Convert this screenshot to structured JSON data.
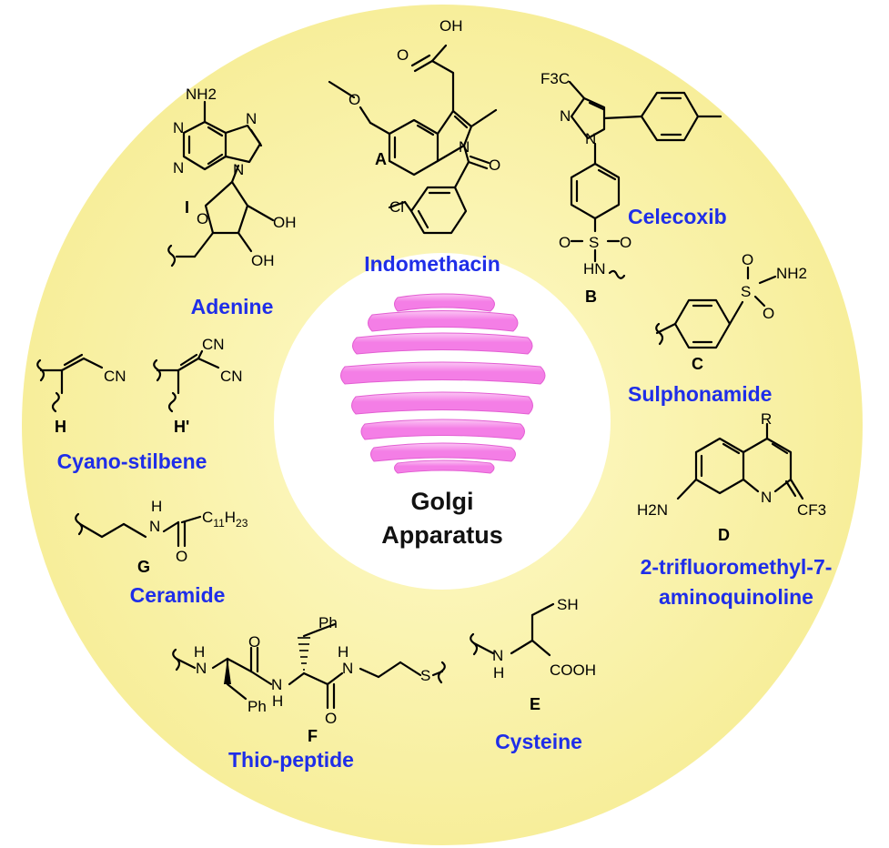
{
  "center": {
    "title_line1": "Golgi",
    "title_line2": "Apparatus"
  },
  "colors": {
    "ring": "#fbf5b7",
    "center_disc": "#ffffff",
    "cisternae": "#f47ee6",
    "cisternae_highlight": "#fbc6f4",
    "label": "#1f2ee8",
    "text": "#000000"
  },
  "moieties": {
    "indomethacin": {
      "letter": "A",
      "name": "Indomethacin",
      "atoms": {
        "oh": "OH",
        "o": "O",
        "n": "N",
        "cl": "Cl"
      }
    },
    "celecoxib": {
      "letter": "B",
      "name": "Celecoxib",
      "atoms": {
        "cf3": "F3C",
        "n1": "N",
        "n2": "N",
        "s": "S",
        "o1": "O",
        "o2": "O",
        "nh": "HN"
      }
    },
    "sulphonamide": {
      "letter": "C",
      "name": "Sulphonamide",
      "atoms": {
        "s": "S",
        "o1": "O",
        "o2": "O",
        "nh2": "NH2"
      }
    },
    "aminoquinoline": {
      "letter": "D",
      "name_line1": "2-trifluoromethyl-7-",
      "name_line2": "aminoquinoline",
      "atoms": {
        "r": "R",
        "h2n": "H2N",
        "n": "N",
        "cf3": "CF3"
      }
    },
    "cysteine": {
      "letter": "E",
      "name": "Cysteine",
      "atoms": {
        "sh": "SH",
        "n": "N",
        "h": "H",
        "cooh": "COOH"
      }
    },
    "thiopeptide": {
      "letter": "F",
      "name": "Thio-peptide",
      "atoms": {
        "ph1": "Ph",
        "ph2": "Ph",
        "s": "S",
        "h": "H",
        "n": "N",
        "o": "O"
      }
    },
    "ceramide": {
      "letter": "G",
      "name": "Ceramide",
      "atoms": {
        "h": "H",
        "n": "N",
        "o": "O",
        "c": "C",
        "c_sub": "11",
        "h_sub": "23"
      }
    },
    "cyanostilbene": {
      "letter1": "H",
      "letter2": "H'",
      "name": "Cyano-stilbene",
      "atoms": {
        "cn": "CN"
      }
    },
    "adenine": {
      "letter": "I",
      "name": "Adenine",
      "atoms": {
        "nh2": "NH2",
        "n": "N",
        "o": "O",
        "oh": "OH"
      }
    }
  }
}
